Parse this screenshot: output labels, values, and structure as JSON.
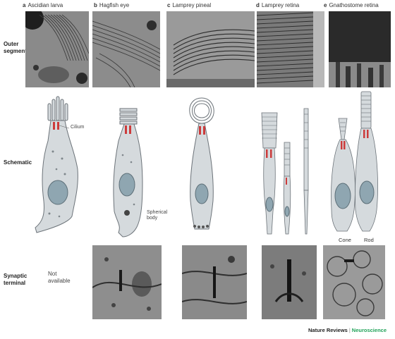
{
  "columns": [
    {
      "letter": "a",
      "title": "Ascidian larva"
    },
    {
      "letter": "b",
      "title": "Hagfish eye"
    },
    {
      "letter": "c",
      "title": "Lamprey pineal"
    },
    {
      "letter": "d",
      "title": "Lamprey retina"
    },
    {
      "letter": "e",
      "title": "Gnathostome retina"
    }
  ],
  "rows": {
    "outer_segment": [
      "Outer",
      "segment"
    ],
    "schematic": "Schematic",
    "synaptic_terminal": [
      "Synaptic",
      "terminal"
    ]
  },
  "not_available": [
    "Not",
    "available"
  ],
  "annotations": {
    "cilium": "Cilium",
    "spherical_body": [
      "Spherical",
      "body"
    ],
    "cone": "Cone",
    "rod": "Rod"
  },
  "credit": {
    "publisher": "Nature Reviews",
    "journal": "Neuroscience"
  },
  "colors": {
    "cell_fill": "#d5dadd",
    "cell_stroke": "#6c7379",
    "nucleus": "#8fa6b1",
    "centriole": "#cc3b3b",
    "accent": "#22a35a"
  }
}
